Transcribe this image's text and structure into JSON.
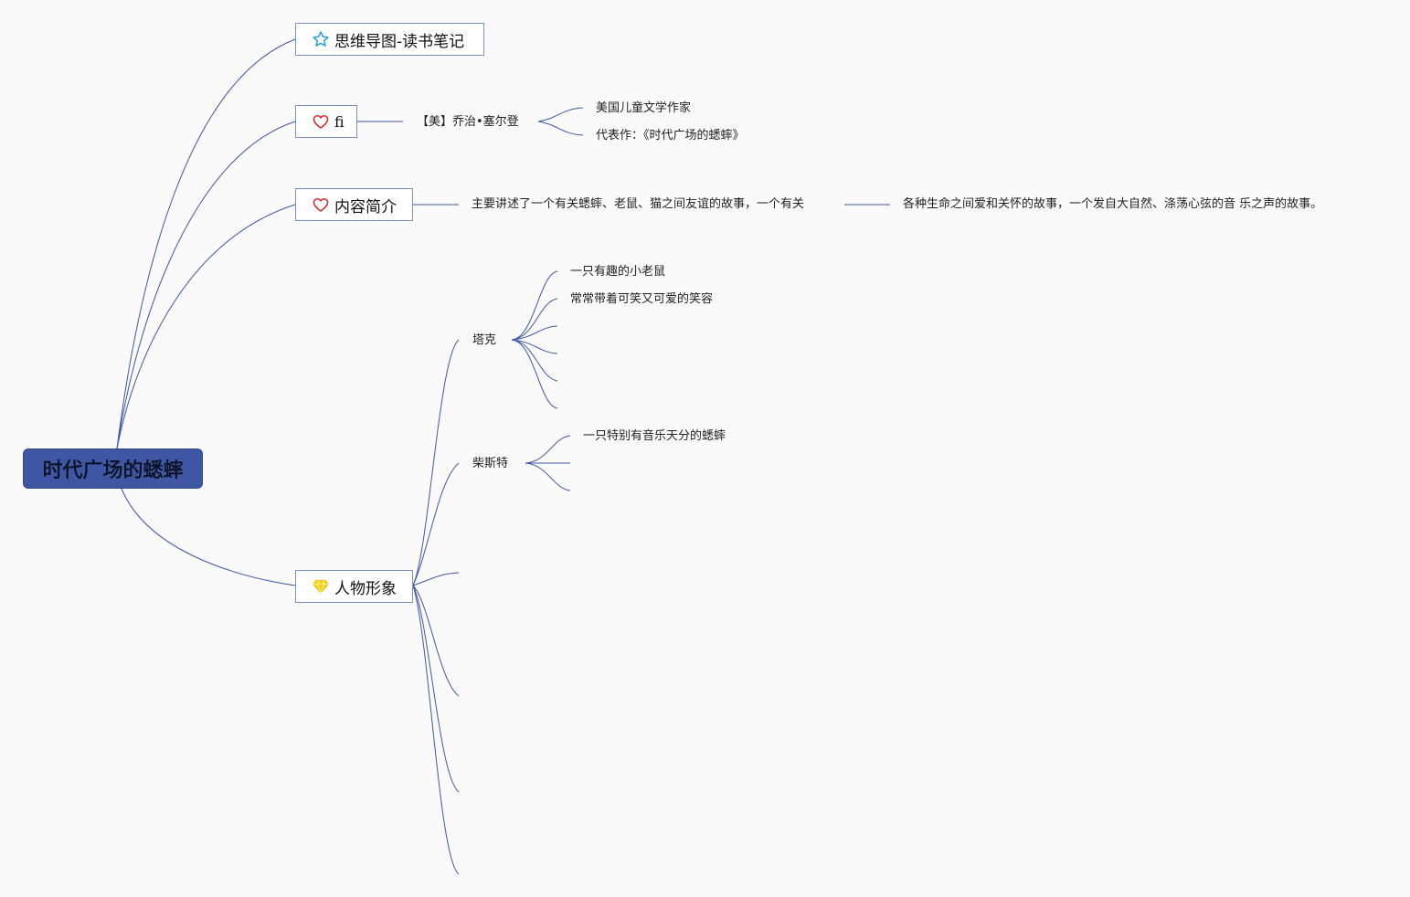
{
  "root": {
    "label": "时代广场的蟋蟀"
  },
  "branches": {
    "notes": {
      "label": "思维导图-读书笔记",
      "icon": "star-icon"
    },
    "author": {
      "label": "fi",
      "icon": "heart-icon",
      "name": "【美】乔治•塞尔登",
      "details": [
        "美国儿童文学作家",
        "代表作：《时代广场的蟋蟀》"
      ]
    },
    "summary": {
      "label": "内容简介",
      "icon": "heart-icon",
      "parts": [
        "主要讲述了一个有关蟋蟀、老鼠、猫之间友谊的故事，一个有关",
        "各种生命之间爱和关怀的故事，一个发自大自然、涤荡心弦的音 乐之声的故事。"
      ]
    },
    "characters": {
      "label": "人物形象",
      "icon": "diamond-icon",
      "items": [
        {
          "name": "塔克",
          "traits": [
            "一只有趣的小老鼠",
            "常常带着可笑又可爱的笑容"
          ]
        },
        {
          "name": "柴斯特",
          "traits": [
            "一只特别有音乐天分的蟋蟀"
          ]
        }
      ]
    }
  },
  "colors": {
    "link": "#3f57a0",
    "root_fill": "#3e56a3",
    "box_border": "#7b8fc0",
    "star": "#2b9ad6",
    "heart": "#d0302c",
    "diamond": "#f2d21b"
  }
}
